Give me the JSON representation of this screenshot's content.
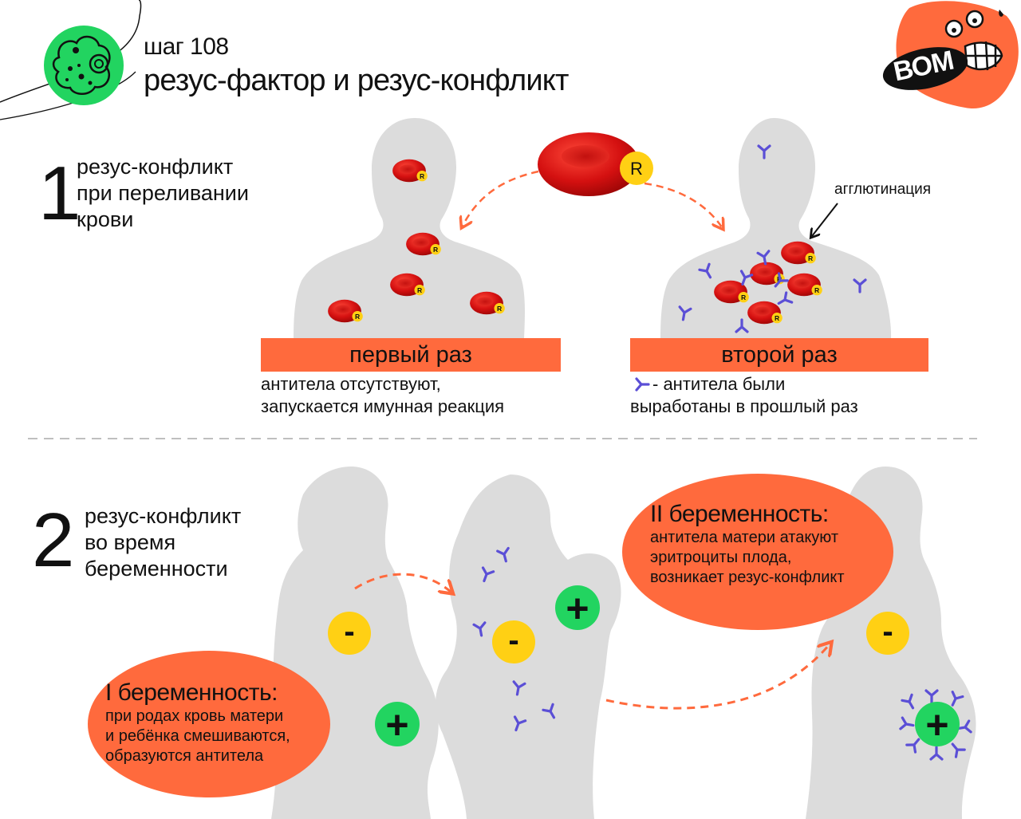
{
  "header": {
    "step": "шаг 108",
    "title": "резус-фактор и резус-конфликт",
    "logo": "ВОМ",
    "topic_icon": "cell-icon"
  },
  "section1": {
    "number": "1",
    "title_lines": [
      "резус-конфликт",
      "при переливании",
      "крови"
    ],
    "rh_marker": "R",
    "agglutination_label": "агглютинация",
    "first": {
      "bar_label": "первый раз",
      "caption_lines": [
        "антитела отсутствуют,",
        "запускается имунная реакция"
      ]
    },
    "second": {
      "bar_label": "второй раз",
      "caption_lines": [
        "- антитела были",
        "выработаны в прошлый раз"
      ]
    }
  },
  "section2": {
    "number": "2",
    "title_lines": [
      "резус-конфликт",
      "во время",
      "беременности"
    ],
    "signs": {
      "negative": "-",
      "positive": "+"
    },
    "first_pregnancy": {
      "heading": "I беременность:",
      "lines": [
        "при родах кровь матери",
        "и ребёнка смешиваются,",
        "образуются антитела"
      ]
    },
    "second_pregnancy": {
      "heading": "II беременность:",
      "lines": [
        "антитела матери атакуют",
        "эритроциты плода,",
        "возникает резус-конфликт"
      ]
    }
  },
  "colors": {
    "accent": "#ff6a3d",
    "green": "#22d460",
    "yellow": "#ffd014",
    "antibody": "#5b4fd6",
    "rbc": "#d91414",
    "silhouette": "#dcdcdc"
  }
}
